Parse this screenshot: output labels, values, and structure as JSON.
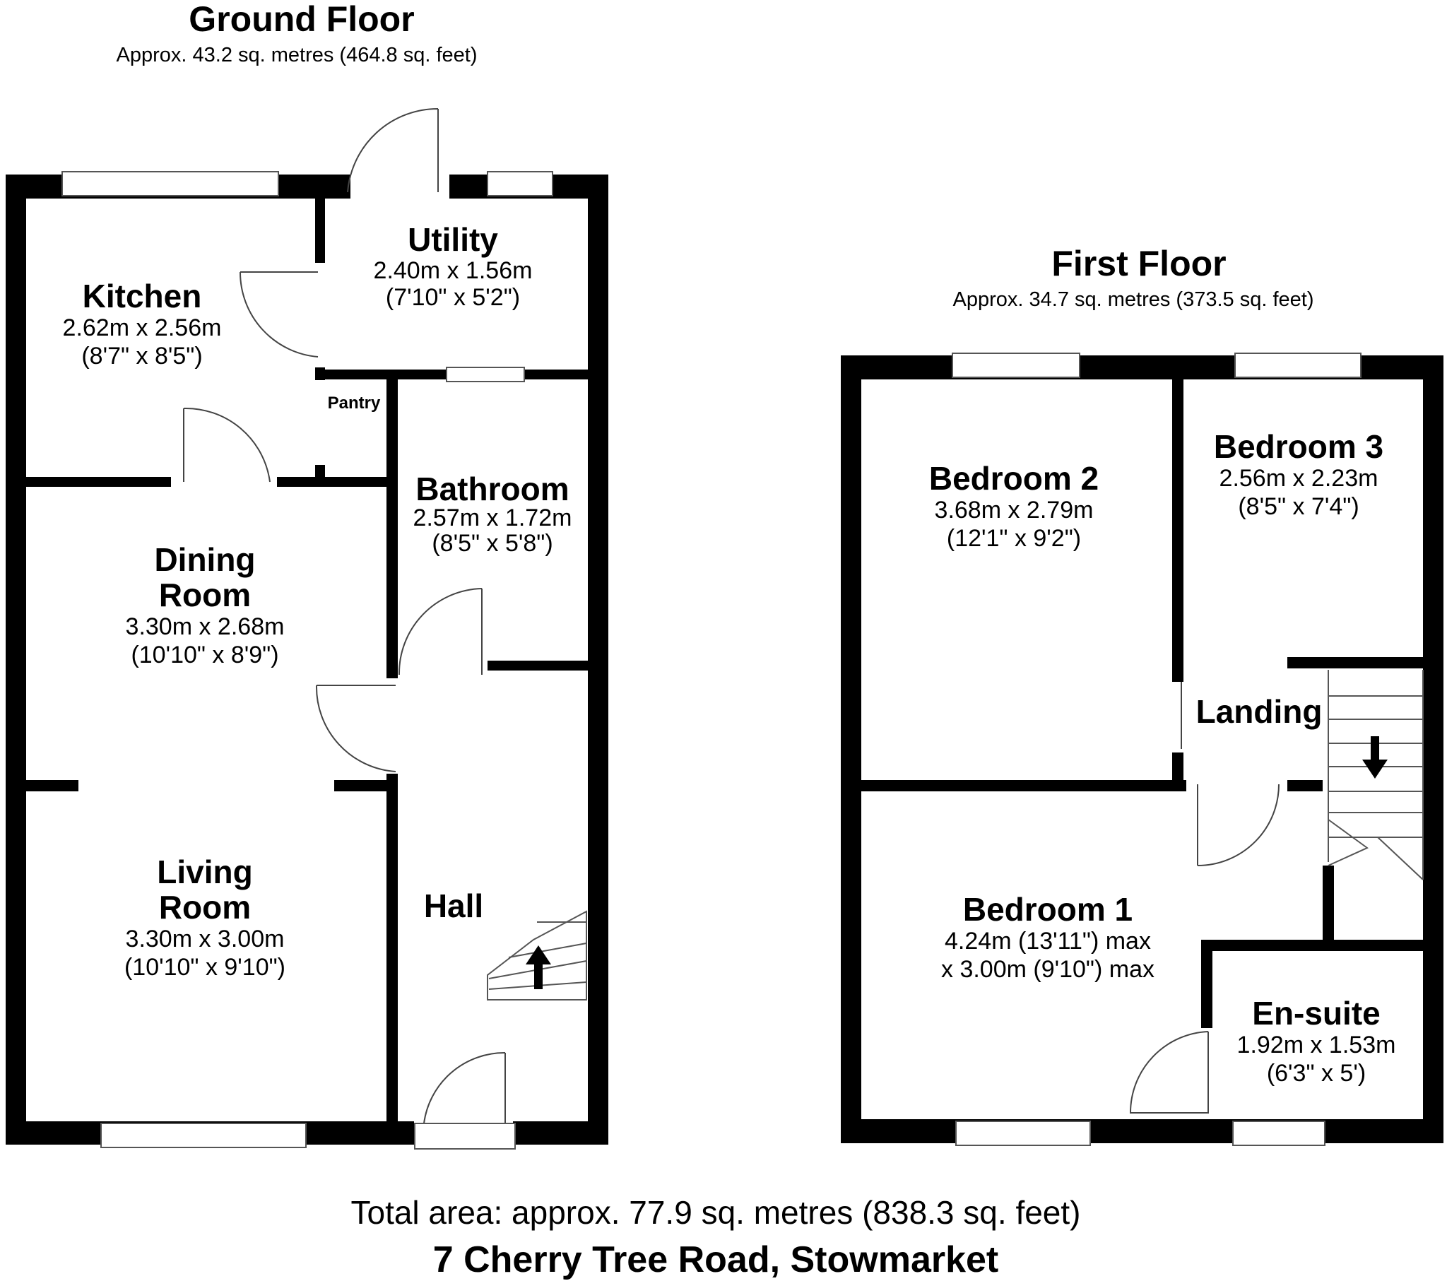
{
  "ground_floor": {
    "title": "Ground Floor",
    "area": "Approx. 43.2 sq. metres (464.8 sq. feet)",
    "rooms": {
      "kitchen": {
        "name": "Kitchen",
        "metric": "2.62m x 2.56m",
        "imperial": "(8'7\" x 8'5\")"
      },
      "utility": {
        "name": "Utility",
        "metric": "2.40m x 1.56m",
        "imperial": "(7'10\" x 5'2\")"
      },
      "pantry": {
        "name": "Pantry"
      },
      "bathroom": {
        "name": "Bathroom",
        "metric": "2.57m x 1.72m",
        "imperial": "(8'5\" x 5'8\")"
      },
      "dining_room": {
        "name_line1": "Dining",
        "name_line2": "Room",
        "metric": "3.30m x 2.68m",
        "imperial": "(10'10\" x 8'9\")"
      },
      "living_room": {
        "name_line1": "Living",
        "name_line2": "Room",
        "metric": "3.30m x 3.00m",
        "imperial": "(10'10\" x 9'10\")"
      },
      "hall": {
        "name": "Hall"
      }
    }
  },
  "first_floor": {
    "title": "First Floor",
    "area": "Approx. 34.7 sq. metres (373.5 sq. feet)",
    "rooms": {
      "bedroom2": {
        "name": "Bedroom 2",
        "metric": "3.68m x 2.79m",
        "imperial": "(12'1\" x 9'2\")"
      },
      "bedroom3": {
        "name": "Bedroom 3",
        "metric": "2.56m x 2.23m",
        "imperial": "(8'5\" x 7'4\")"
      },
      "landing": {
        "name": "Landing"
      },
      "bedroom1": {
        "name": "Bedroom 1",
        "line1": "4.24m (13'11\") max",
        "line2": "x 3.00m (9'10\") max"
      },
      "ensuite": {
        "name": "En-suite",
        "metric": "1.92m x 1.53m",
        "imperial": "(6'3\" x 5')"
      }
    }
  },
  "footer": {
    "total_area": "Total area: approx. 77.9 sq. metres (838.3 sq. feet)",
    "address": "7 Cherry Tree Road, Stowmarket"
  },
  "colors": {
    "wall": "#000000",
    "background": "#ffffff",
    "window": "#ffffff"
  }
}
